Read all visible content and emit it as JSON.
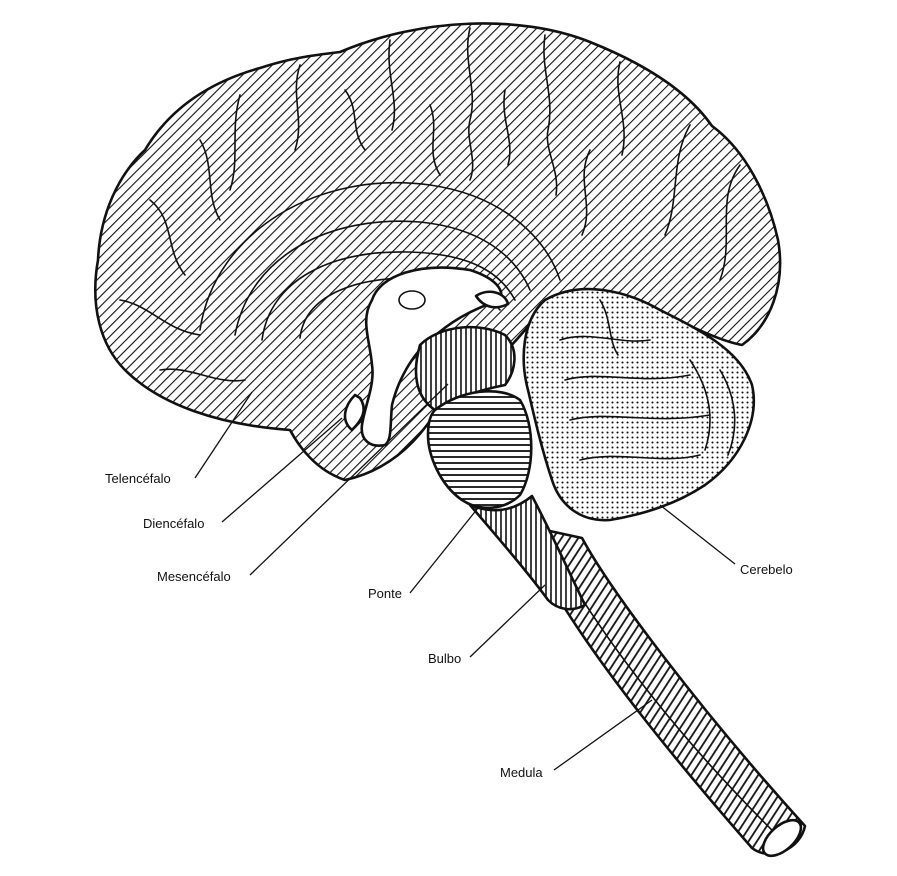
{
  "labels": {
    "telencefalo": "Telencéfalo",
    "diencefalo": "Diencéfalo",
    "mesencefalo": "Mesencéfalo",
    "ponte": "Ponte",
    "bulbo": "Bulbo",
    "medula": "Medula",
    "cerebelo": "Cerebelo"
  }
}
